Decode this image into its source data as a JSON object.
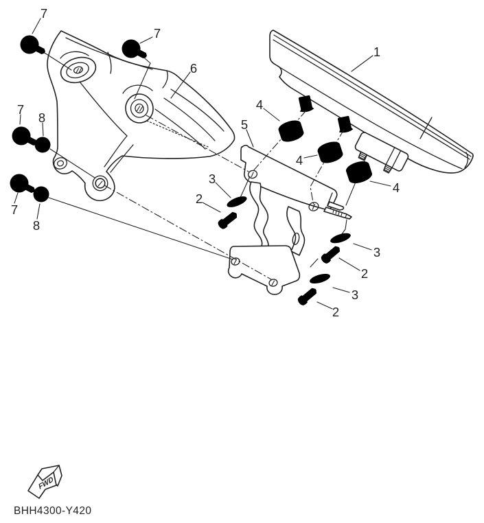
{
  "colors": {
    "line": "#1f1f1f",
    "background": "#ffffff"
  },
  "diagram": {
    "code": "BHH4300-Y420",
    "fwd_label": "FWD",
    "callouts": [
      {
        "label": "7"
      },
      {
        "label": "7"
      },
      {
        "label": "6"
      },
      {
        "label": "1"
      },
      {
        "label": "4"
      },
      {
        "label": "5"
      },
      {
        "label": "4"
      },
      {
        "label": "4"
      },
      {
        "label": "7"
      },
      {
        "label": "8"
      },
      {
        "label": "3"
      },
      {
        "label": "2"
      },
      {
        "label": "7"
      },
      {
        "label": "8"
      },
      {
        "label": "3"
      },
      {
        "label": "2"
      },
      {
        "label": "3"
      },
      {
        "label": "2"
      }
    ]
  }
}
